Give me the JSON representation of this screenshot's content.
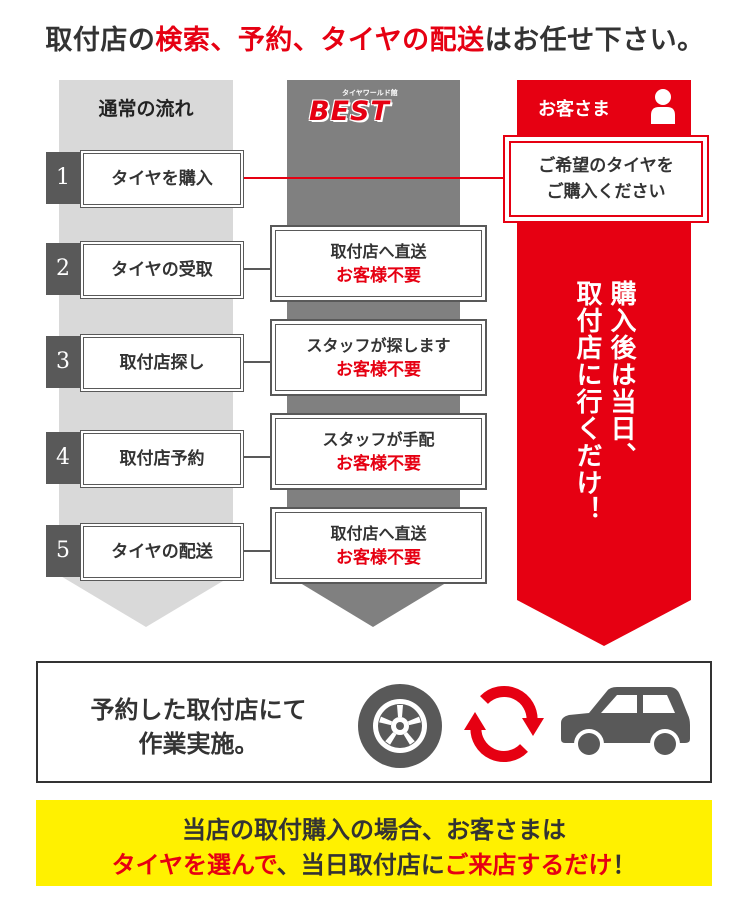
{
  "headline": {
    "part1": "取付店の",
    "part2": "検索、予約、タイヤの配送",
    "part3": "はお任せ下さい。"
  },
  "columns": {
    "normal_title": "通常の流れ",
    "best_logo_small": "タイヤワールド館",
    "best_logo_main": "BEST",
    "customer_title": "お客さま"
  },
  "steps": [
    {
      "num": "1",
      "label": "タイヤを購入"
    },
    {
      "num": "2",
      "label": "タイヤの受取"
    },
    {
      "num": "3",
      "label": "取付店探し"
    },
    {
      "num": "4",
      "label": "取付店予約"
    },
    {
      "num": "5",
      "label": "タイヤの配送"
    }
  ],
  "best_boxes": [
    {
      "line1": "取付店へ直送",
      "line2": "お客様不要"
    },
    {
      "line1": "スタッフが探します",
      "line2": "お客様不要"
    },
    {
      "line1": "スタッフが手配",
      "line2": "お客様不要"
    },
    {
      "line1": "取付店へ直送",
      "line2": "お客様不要"
    }
  ],
  "customer_box": {
    "line1": "ご希望のタイヤを",
    "line2": "ご購入ください"
  },
  "customer_vertical": {
    "line1": "購入後は当日、",
    "line2": "取付店に行くだけ！"
  },
  "work": {
    "line1": "予約した取付店にて",
    "line2": "作業実施。"
  },
  "note": {
    "line1": "当店の取付購入の場合、お客さまは",
    "line2_red1": "タイヤを選んで",
    "line2_black": "、当日取付店に",
    "line2_red2": "ご来店するだけ",
    "line2_end": "！"
  },
  "icons": [
    "person-icon",
    "tire-icon",
    "cycle-arrows-icon",
    "car-icon"
  ],
  "colors": {
    "red": "#e60012",
    "yellow": "#fff100",
    "dark_gray": "#595959",
    "light_gray": "#d9d9d9",
    "mid_gray": "#808080"
  }
}
